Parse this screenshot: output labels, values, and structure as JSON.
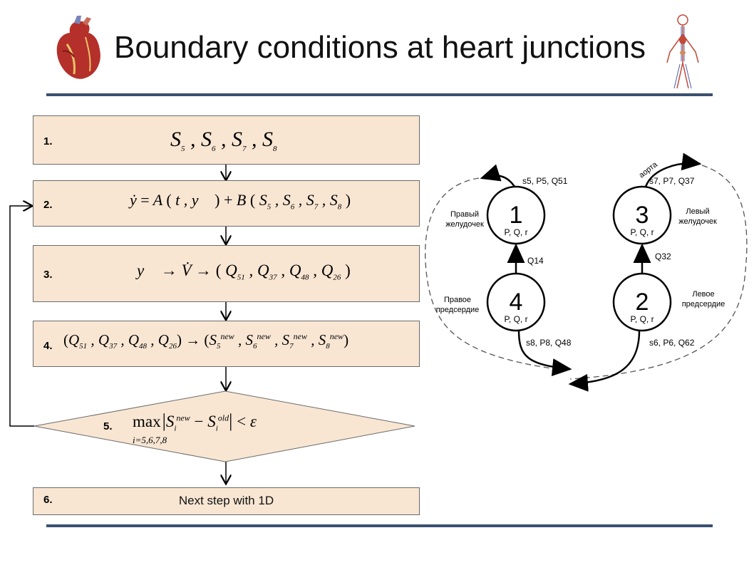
{
  "title": "Boundary conditions at heart junctions",
  "flowchart": {
    "steps": [
      {
        "label": "1.",
        "formula": "S₅ , S₆ , S₇ , S₈"
      },
      {
        "label": "2.",
        "formula": "ẏ = A (t , y) + B (S₅ , S₆ , S₇ , S₈)"
      },
      {
        "label": "3.",
        "formula": "y → V̇ → (Q₅₁ , Q₃₇ , Q₄₈ , Q₂₆)"
      },
      {
        "label": "4.",
        "formula": "(Q₅₁ , Q₃₇ , Q₄₈ , Q₂₆) → (S₅ⁿᵉʷ , S₆ⁿᵉʷ , S₇ⁿᵉʷ , S₈ⁿᵉʷ)"
      },
      {
        "label": "5.",
        "formula": "max i=5,6,7,8 |Sᵢⁿᵉʷ − Sᵢᵒˡᵈ| < ε"
      },
      {
        "label": "6.",
        "text": "Next step with 1D"
      }
    ]
  },
  "heart_diagram": {
    "nodes": [
      {
        "id": "1",
        "sub": "P, Q, r",
        "label": [
          "Правый",
          "желудочек"
        ]
      },
      {
        "id": "3",
        "sub": "P, Q, r",
        "label": [
          "Левый",
          "желудочек"
        ]
      },
      {
        "id": "4",
        "sub": "P, Q, r",
        "label": [
          "Правое",
          "предсердие"
        ]
      },
      {
        "id": "2",
        "sub": "P, Q, r",
        "label": [
          "Левое",
          "предсердие"
        ]
      }
    ],
    "edge_labels": {
      "out1": "s5, P5, Q51",
      "out3": "s7, P7, Q37",
      "aorta": "аорта",
      "q14": "Q14",
      "q32": "Q32",
      "in4": "s8, P8, Q48",
      "in2": "s6, P6, Q62"
    }
  },
  "colors": {
    "box_fill": "#f8e6d3",
    "rule": "#3a5070"
  }
}
